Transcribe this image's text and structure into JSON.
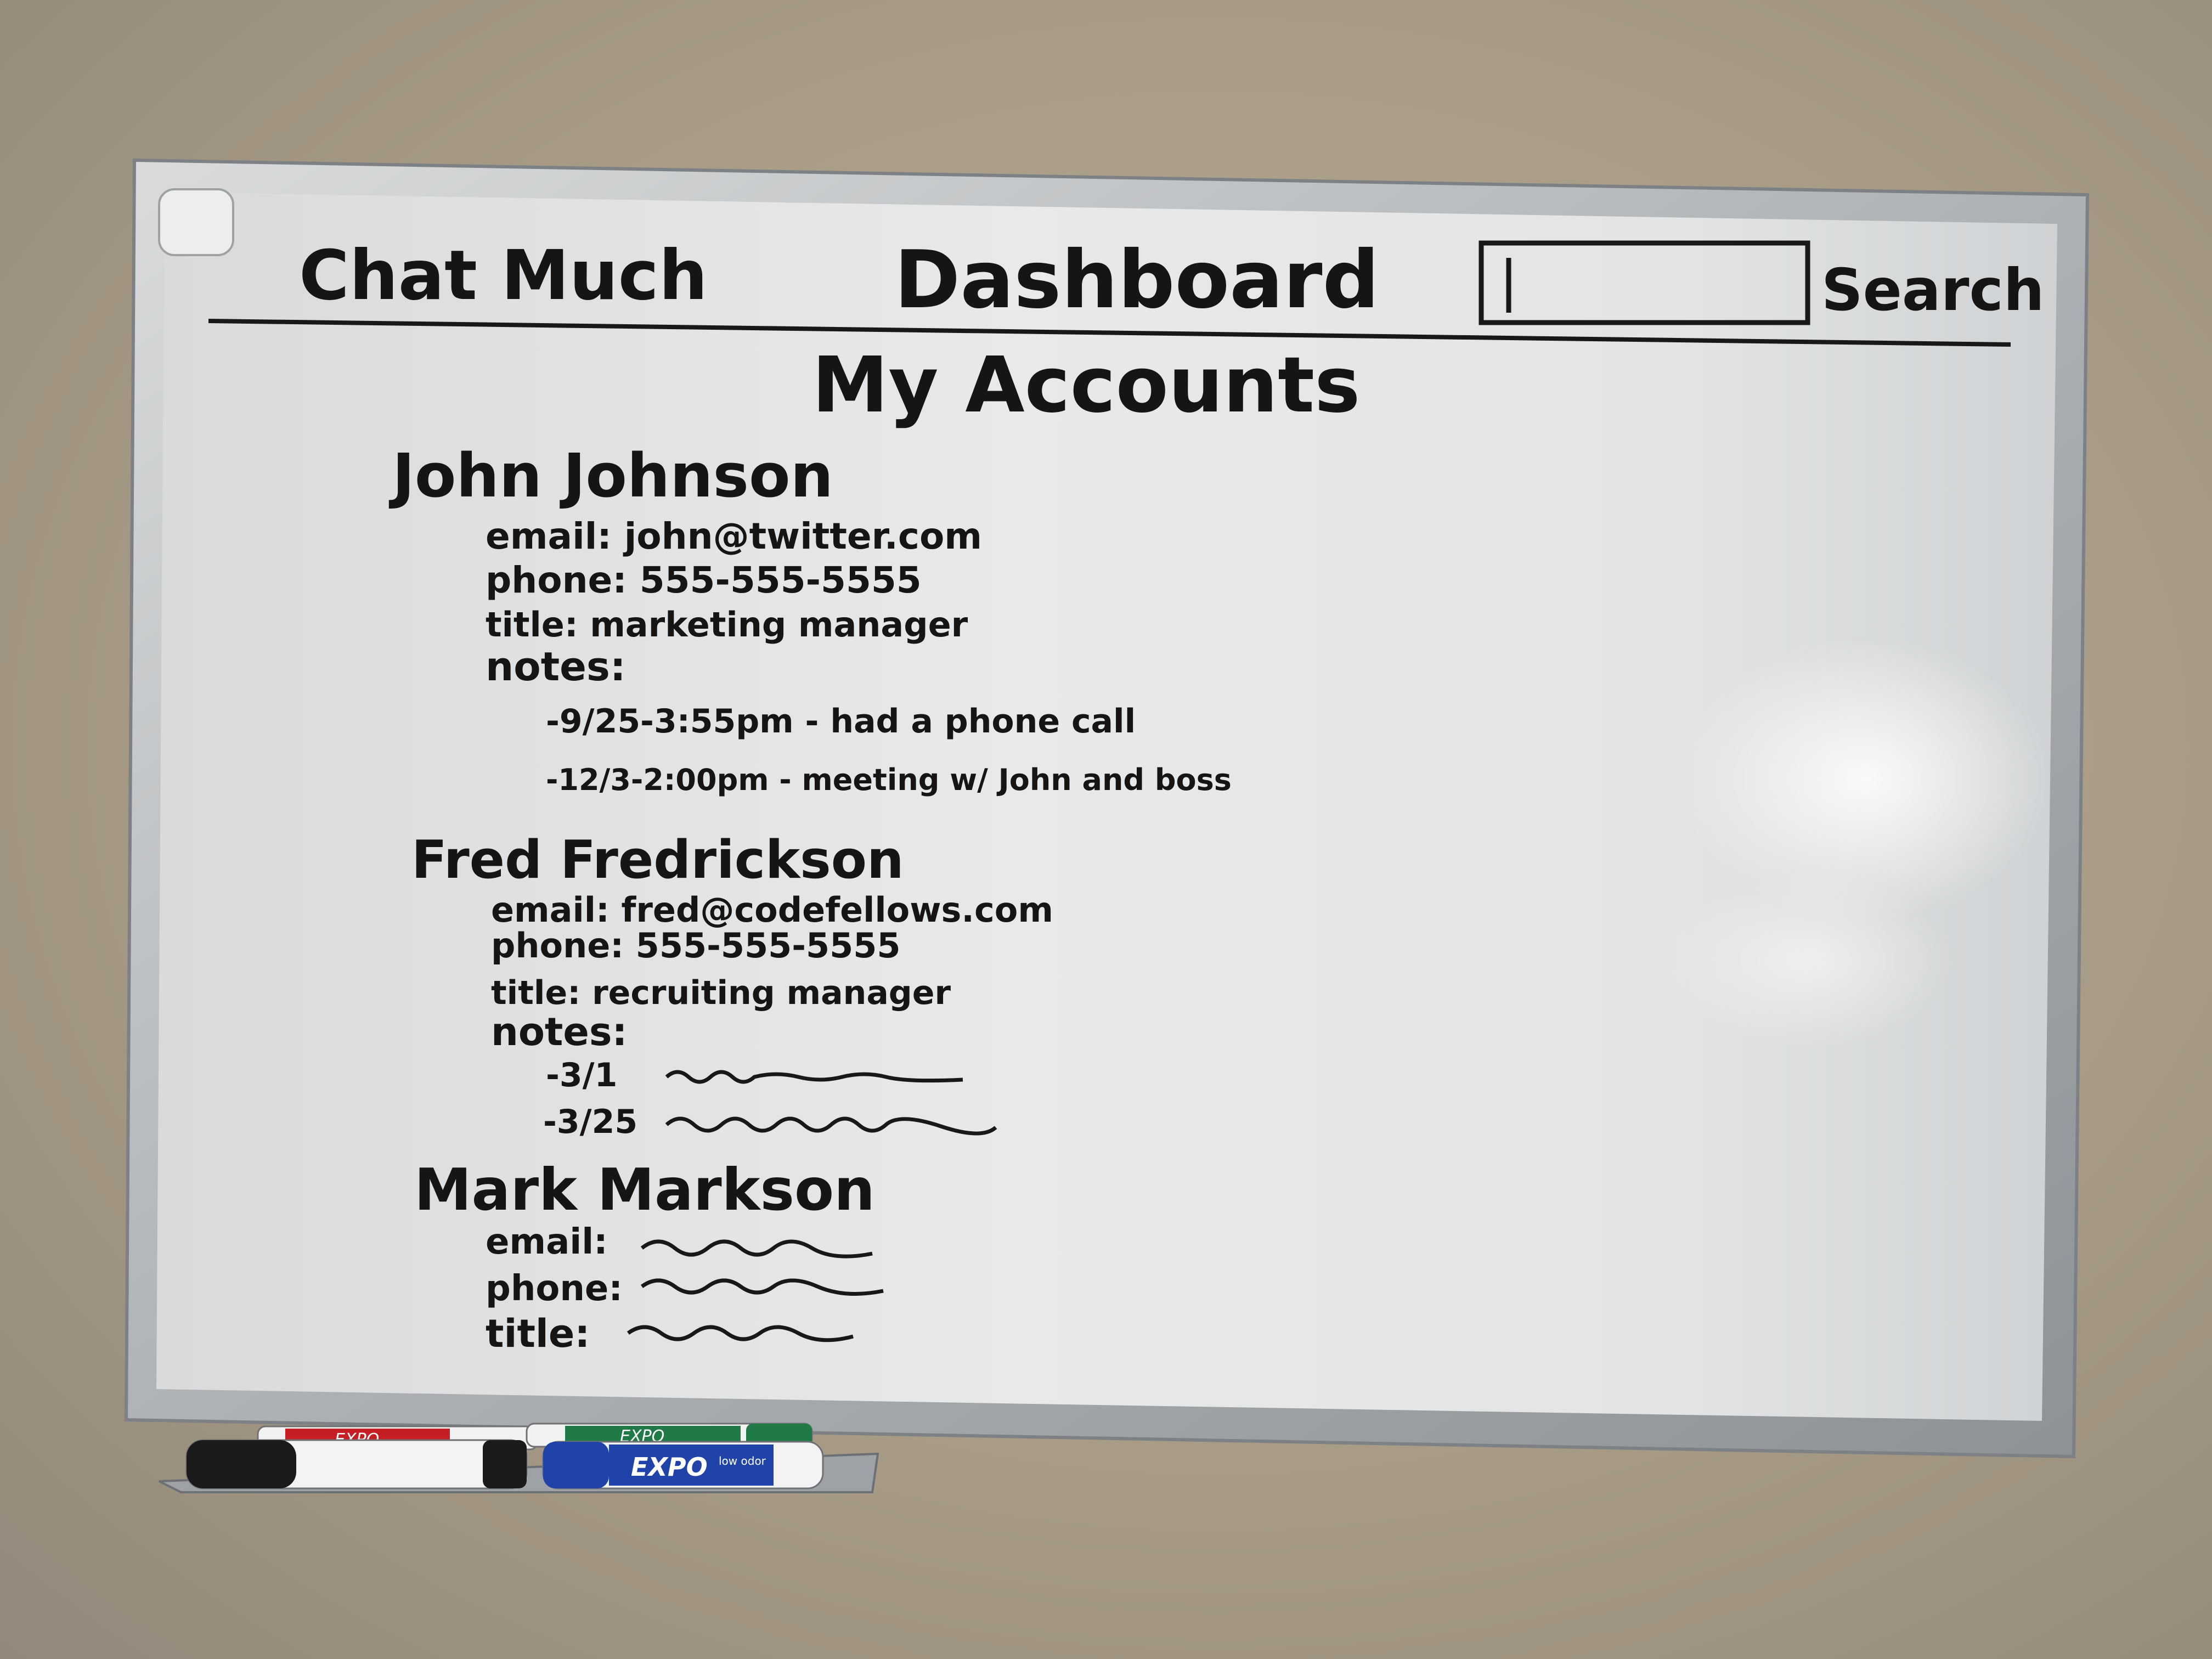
{
  "whiteboard": {
    "header": {
      "app_name": "Chat Much",
      "page_title": "Dashboard",
      "search_label": "Search"
    },
    "section_title": "My Accounts",
    "accounts": [
      {
        "name": "John Johnson",
        "email": "email: john@twitter.com",
        "phone": "phone: 555-555-5555",
        "title": "title: marketing manager",
        "notes_label": "notes:",
        "notes": [
          "-9/25-3:55pm - had a phone call",
          "-12/3-2:00pm - meeting w/ John and boss"
        ]
      },
      {
        "name": "Fred Fredrickson",
        "email": "email: fred@codefellows.com",
        "phone": "phone: 555-555-5555",
        "title": "title: recruiting manager",
        "notes_label": "notes:",
        "notes": [
          "-3/1",
          "-3/25"
        ]
      },
      {
        "name": "Mark Markson",
        "email": "email:",
        "phone": "phone:",
        "title": "title:"
      }
    ]
  },
  "markers": {
    "brand": "EXPO",
    "blue_marker_note": "low odor"
  }
}
